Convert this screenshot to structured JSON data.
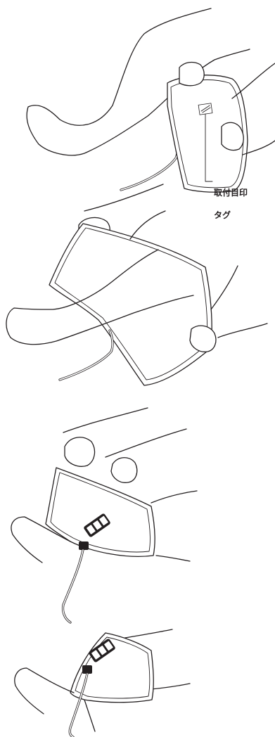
{
  "callout": {
    "line1": "取付目印",
    "line2": "タグ"
  },
  "steps": [
    {
      "id": "step-1"
    },
    {
      "id": "step-2"
    },
    {
      "id": "step-3"
    },
    {
      "id": "step-4"
    }
  ],
  "colors": {
    "line": "#231f20",
    "background": "#ffffff"
  }
}
